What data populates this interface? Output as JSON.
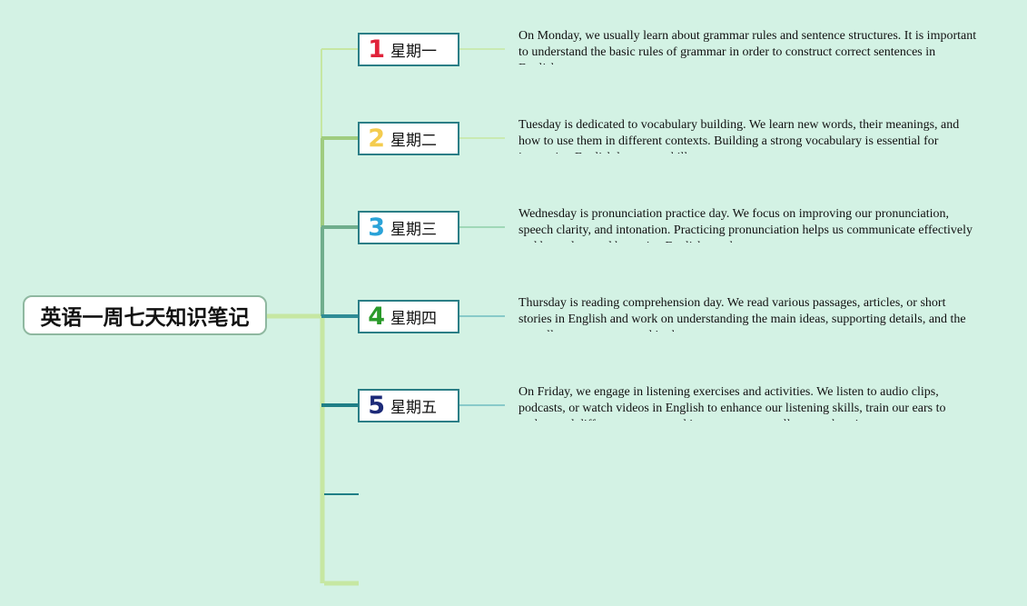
{
  "root": {
    "title": "英语一周七天知识笔记"
  },
  "days": [
    {
      "num": "1",
      "label": "星期一",
      "num_color": "#e0233a",
      "note": "On Monday, we usually learn about grammar rules and sentence structures. It is important to understand the basic rules of grammar in order to construct correct sentences in English."
    },
    {
      "num": "2",
      "label": "星期二",
      "num_color": "#f4cc4e",
      "note": "Tuesday is dedicated to vocabulary building. We learn new words, their meanings, and how to use them in different contexts. Building a strong vocabulary is essential for improving English language skills."
    },
    {
      "num": "3",
      "label": "星期三",
      "num_color": "#2aa3d8",
      "note": "Wednesday is pronunciation practice day. We focus on improving our pronunciation, speech clarity, and intonation. Practicing pronunciation helps us communicate effectively and be understood by native English speakers."
    },
    {
      "num": "4",
      "label": "星期四",
      "num_color": "#2a9a2a",
      "note": "Thursday is reading comprehension day. We read various passages, articles, or short stories in English and work on understanding the main ideas, supporting details, and the overall message conveyed in the texts."
    },
    {
      "num": "5",
      "label": "星期五",
      "num_color": "#1c2a78",
      "note": "On Friday, we engage in listening exercises and activities. We listen to audio clips, podcasts, or watch videos in English to enhance our listening skills, train our ears to understand different accents, and improve our overall comprehension."
    }
  ],
  "colors": {
    "background": "#d3f2e4",
    "trunk": "#c6e7a2",
    "node_border": "#2b7e86",
    "branch_colors": [
      "#c6e7a2",
      "#9fcc7f",
      "#6fae8c",
      "#2f8c95",
      "#1f7f86",
      "#1f7f86",
      "#c6e7a2"
    ]
  }
}
